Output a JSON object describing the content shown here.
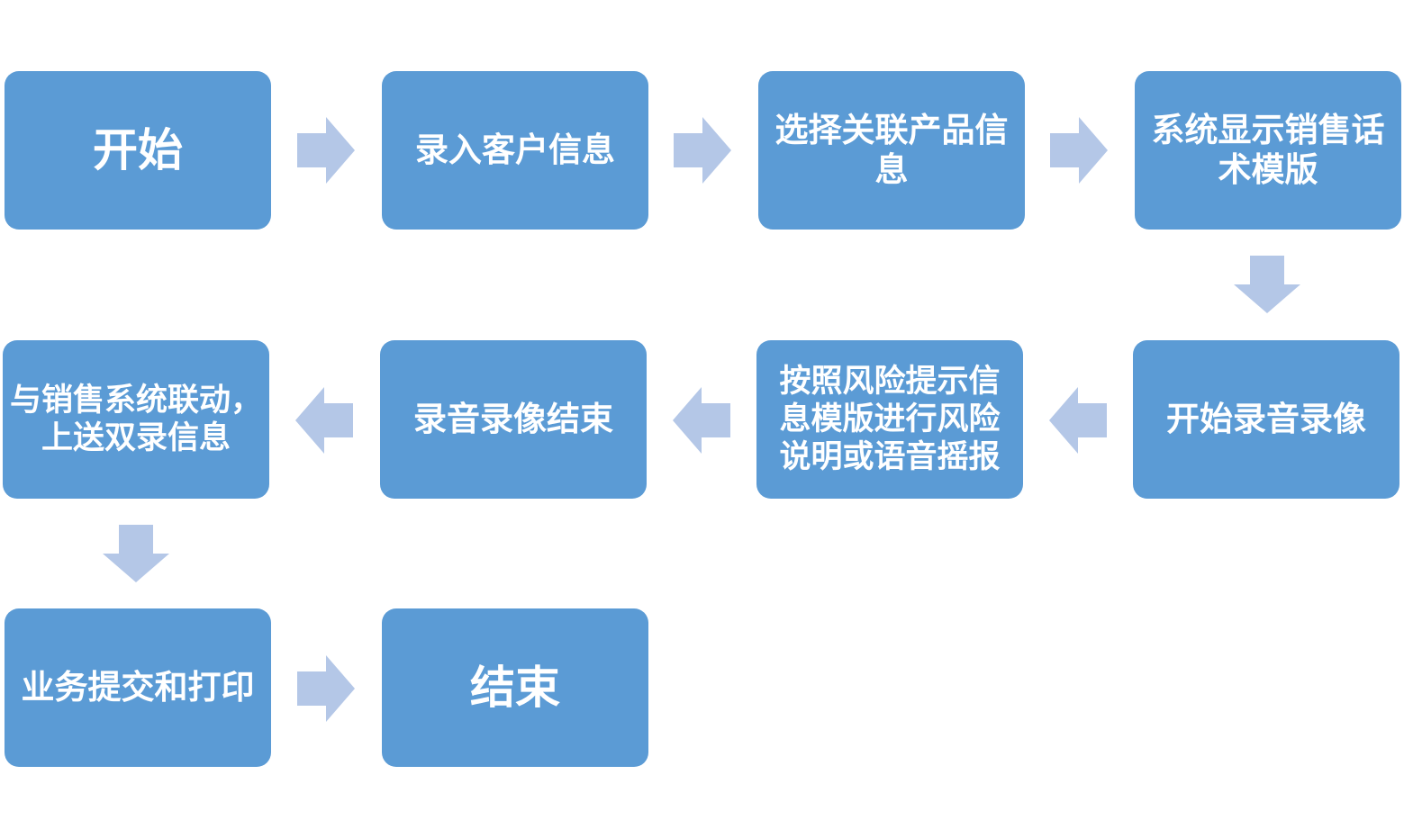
{
  "diagram": {
    "nodes": [
      {
        "id": "start",
        "label": "开始"
      },
      {
        "id": "enter-customer-info",
        "label": "录入客户信息"
      },
      {
        "id": "select-product-info",
        "label": "选择关联产品信\n息"
      },
      {
        "id": "show-sales-script",
        "label": "系统显示销售话\n术模版"
      },
      {
        "id": "start-recording",
        "label": "开始录音录像"
      },
      {
        "id": "risk-explanation",
        "label": "按照风险提示信\n息模版进行风险\n说明或语音摇报"
      },
      {
        "id": "end-recording",
        "label": "录音录像结束"
      },
      {
        "id": "upload-info",
        "label": "与销售系统联动，\n上送双录信息"
      },
      {
        "id": "submit-print",
        "label": "业务提交和打印"
      },
      {
        "id": "end",
        "label": "结束"
      }
    ],
    "edges": [
      {
        "from": "start",
        "to": "enter-customer-info"
      },
      {
        "from": "enter-customer-info",
        "to": "select-product-info"
      },
      {
        "from": "select-product-info",
        "to": "show-sales-script"
      },
      {
        "from": "show-sales-script",
        "to": "start-recording"
      },
      {
        "from": "start-recording",
        "to": "risk-explanation"
      },
      {
        "from": "risk-explanation",
        "to": "end-recording"
      },
      {
        "from": "end-recording",
        "to": "upload-info"
      },
      {
        "from": "upload-info",
        "to": "submit-print"
      },
      {
        "from": "submit-print",
        "to": "end"
      }
    ]
  },
  "colors": {
    "node_fill": "#5b9bd5",
    "node_text": "#ffffff",
    "arrow_fill": "#b4c7e7"
  }
}
